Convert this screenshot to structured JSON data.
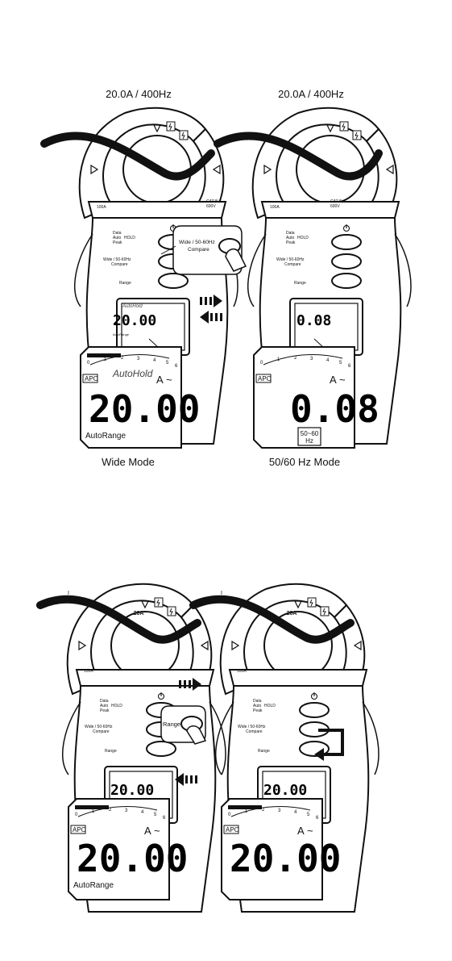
{
  "top": {
    "left_title": "20.0A / 400Hz",
    "right_title": "20.0A / 400Hz",
    "left_caption": "Wide Mode",
    "right_caption": "50/60 Hz Mode"
  },
  "meter": {
    "cat_label": "CAT.III",
    "cat_volt": "600V",
    "jaw_rating": "100A",
    "jaw_center": "20A",
    "current_arrow": "I",
    "buttons": {
      "data_auto_peak": [
        "Data",
        "Auto",
        "Peak"
      ],
      "hold": "HOLD",
      "wide_compare": [
        "Wide / 50-60Hz",
        "Compare"
      ],
      "range": "Range"
    }
  },
  "callouts": {
    "wide_compare": [
      "Wide / 50-60Hz",
      "Compare"
    ],
    "range": "Range"
  },
  "lcd": {
    "apo": "APO",
    "unit": "A",
    "ac_symbol": "~",
    "auto_hold": "AutoHold",
    "auto_range": "AutoRange",
    "reading_wide": "20.00",
    "reading_5060": "0.08",
    "reading_range": "20.00",
    "hz_badge_top": "50~60",
    "hz_badge_bottom": "Hz",
    "scale_ticks": [
      "0",
      "1",
      "2",
      "3",
      "4",
      "5",
      "6"
    ]
  },
  "colors": {
    "ink": "#111111",
    "lcd_bg": "#ffffff",
    "small_lcd_bg": "#2a2a2a"
  },
  "icons": [
    "double-right-arrow-icon",
    "double-left-arrow-icon",
    "return-arrow-icon",
    "power-icon",
    "lightning-icon",
    "triangle-marker-icon"
  ]
}
